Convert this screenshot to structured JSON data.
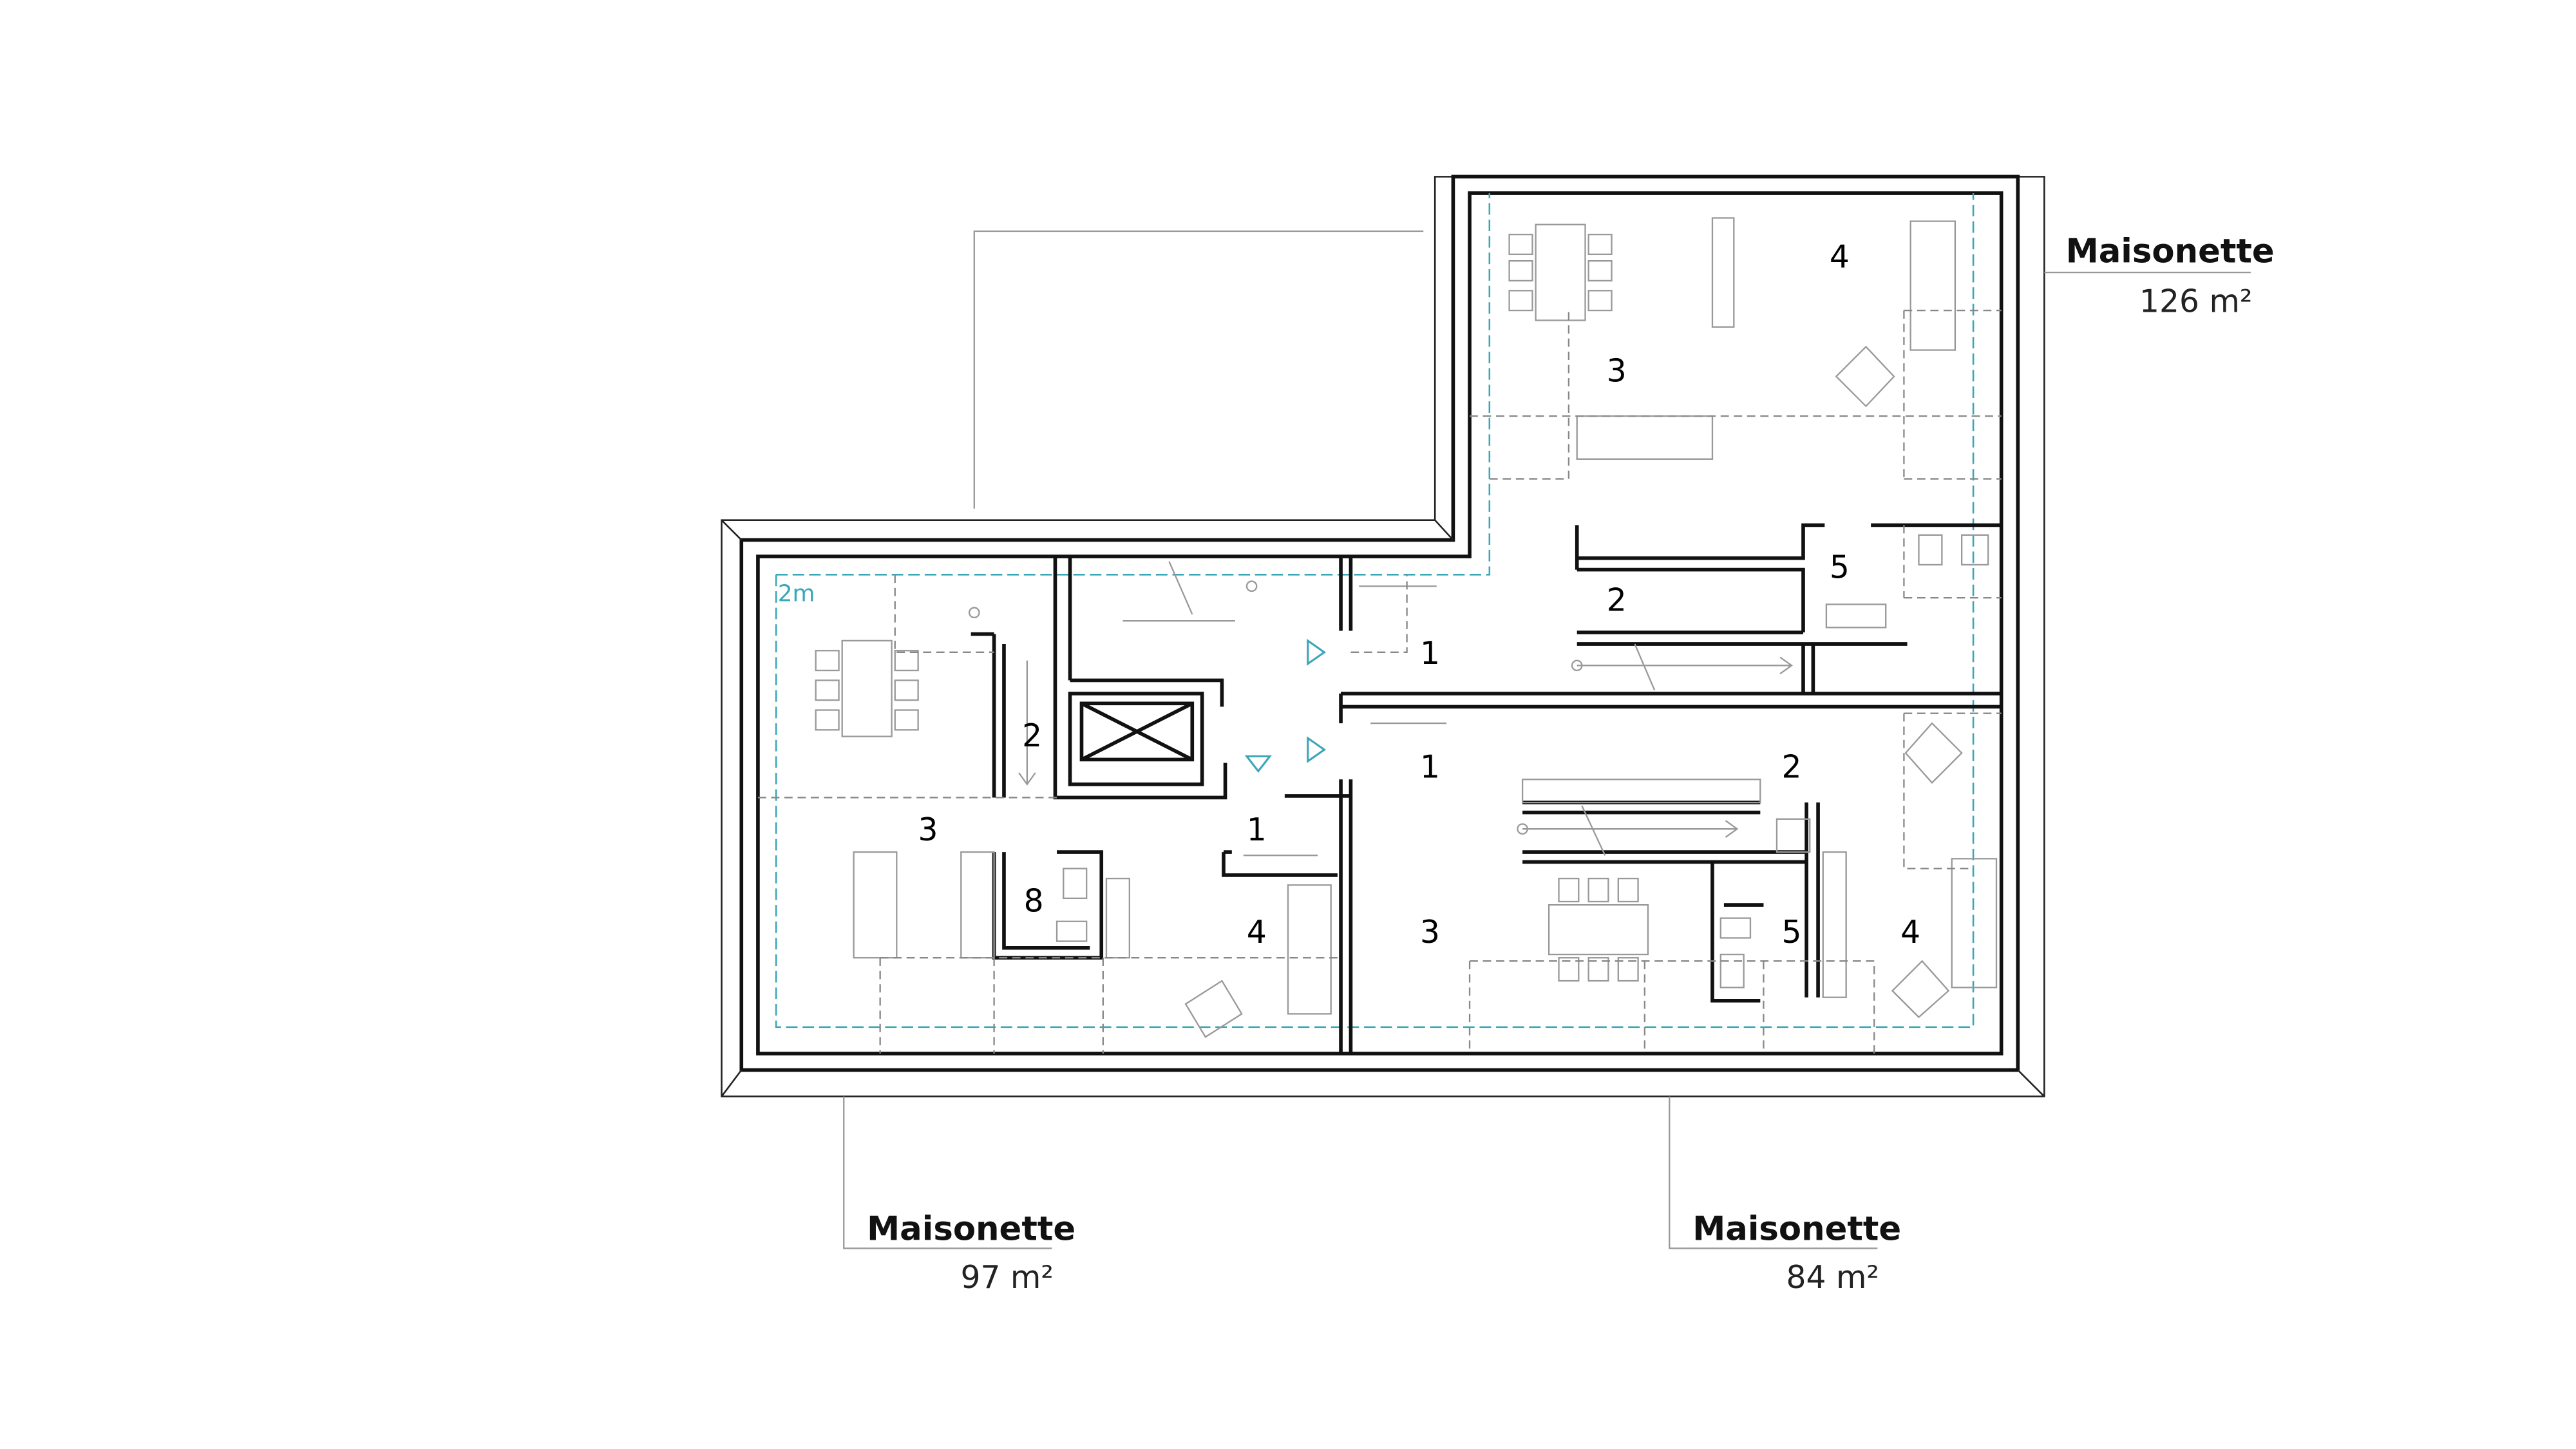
{
  "colors": {
    "wall": "#111111",
    "furniture": "#999999",
    "zone_line": "#3aa6b9"
  },
  "scale_label": "2m",
  "units": [
    {
      "title": "Maisonette",
      "area": "126 m²"
    },
    {
      "title": "Maisonette",
      "area": "97 m²"
    },
    {
      "title": "Maisonette",
      "area": "84 m²"
    }
  ],
  "room_numbers": [
    "4",
    "3",
    "5",
    "2",
    "1",
    "2",
    "1",
    "2",
    "3",
    "1",
    "8",
    "4",
    "3",
    "5",
    "4"
  ]
}
